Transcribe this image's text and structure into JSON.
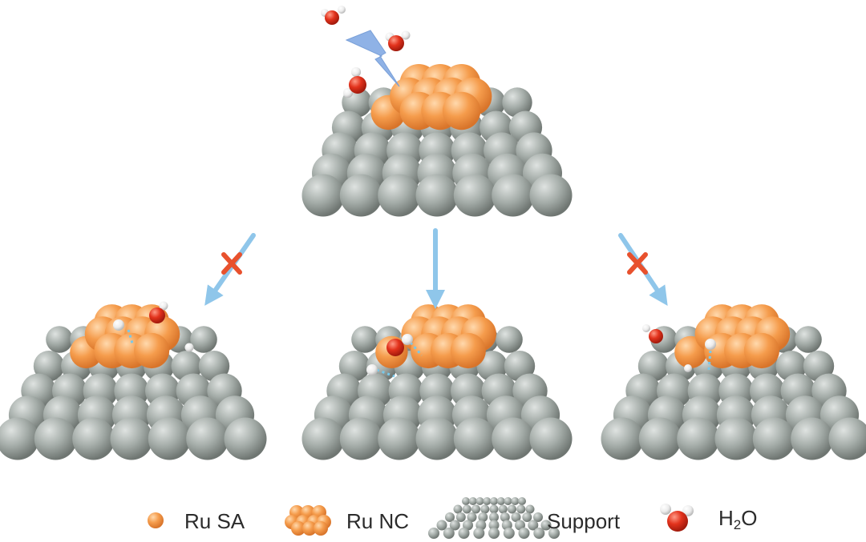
{
  "legend": {
    "items": [
      {
        "key": "ru_sa",
        "label": "Ru SA"
      },
      {
        "key": "ru_nc",
        "label": "Ru NC"
      },
      {
        "key": "support",
        "label": "Support"
      },
      {
        "key": "h2o",
        "label_main": "H",
        "label_sub": "2",
        "label_tail": "O"
      }
    ]
  },
  "colors": {
    "support": "#9aa29e",
    "ru_sa": "#f39a4a",
    "ru_nc": "#f39a4a",
    "oxygen": "#e0331f",
    "hydrogen": "#f4f4f4",
    "arrow": "#8fc6ea",
    "bolt": "#8fb2e6",
    "blocked": "#e8512d",
    "hbond": "#78c8ea"
  },
  "icons": [
    "lightning-bolt-icon",
    "arrow-icon",
    "cross-icon"
  ],
  "pathways": [
    {
      "name": "left",
      "blocked": true
    },
    {
      "name": "middle",
      "blocked": false
    },
    {
      "name": "right",
      "blocked": true
    }
  ]
}
